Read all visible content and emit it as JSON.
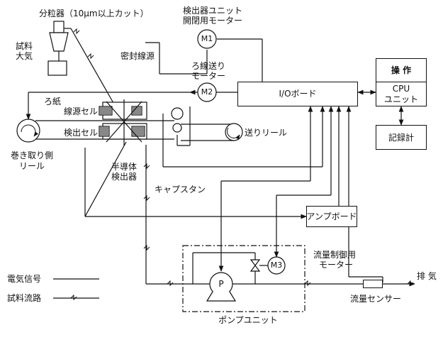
{
  "labels": {
    "classifier": "分粒器（10μm以上カット）",
    "sample_air_1": "試料",
    "sample_air_2": "大気",
    "detector_motor_1": "検出器ユニット",
    "detector_motor_2": "開閉用モーター",
    "m1": "M1",
    "sealed_source": "密封線源",
    "filter_motor_1": "ろ線送り",
    "filter_motor_2": "モーター",
    "m2": "M2",
    "io_board": "I/Oボード",
    "operation": "操 作",
    "cpu_1": "CPU",
    "cpu_2": "ユニット",
    "recorder": "記録計",
    "filter_paper": "ろ紙",
    "source_cell": "線源セル",
    "detector_cell": "検出セル",
    "feed_reel": "送りリール",
    "takeup_reel_1": "巻き取り側",
    "takeup_reel_2": "リール",
    "semiconductor_1": "半導体",
    "semiconductor_2": "検出器",
    "capstan": "キャプスタン",
    "amp_board": "アンプボード",
    "flow_motor_1": "流量制御用",
    "flow_motor_2": "モーター",
    "m3": "M3",
    "pump": "P",
    "exhaust": "排 気",
    "flow_sensor": "流量センサー",
    "pump_unit": "ポンプユニット",
    "legend_signal": "電気信号",
    "legend_flow": "試料流路"
  }
}
